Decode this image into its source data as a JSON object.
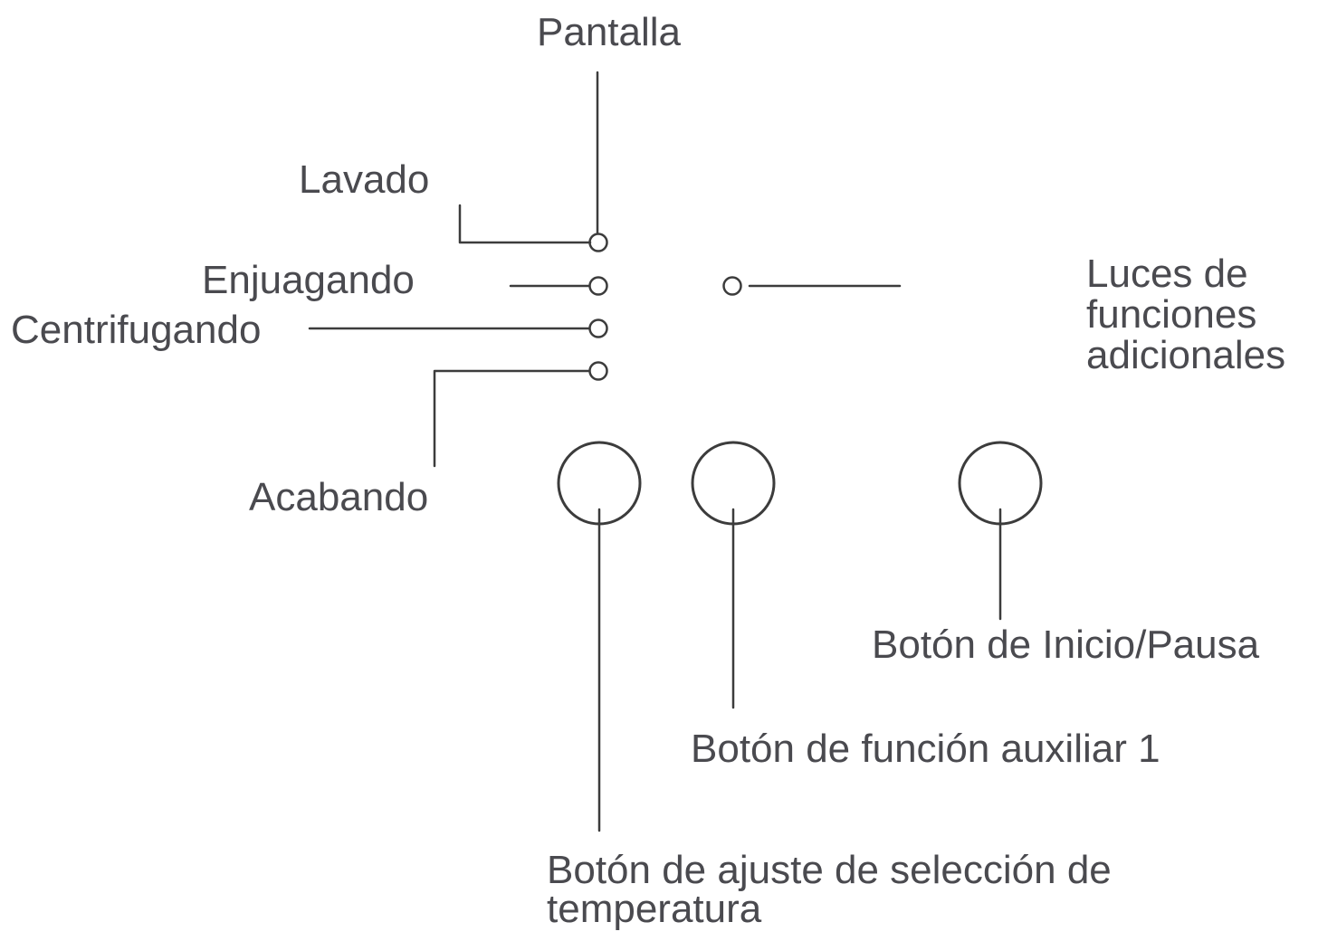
{
  "colors": {
    "line": "#3c3c3c",
    "text": "#4a4a4f",
    "background": "#ffffff"
  },
  "labels": {
    "display": "Pantalla",
    "wash": "Lavado",
    "rinse": "Enjuagando",
    "spin": "Centrifugando",
    "finish": "Acabando",
    "extra_function_lights": [
      "Luces de",
      "funciones",
      "adicionales"
    ],
    "start_pause_button": "Botón de Inicio/Pausa",
    "auxiliary_function_button": "Botón de función auxiliar 1",
    "temperature_button": [
      "Botón de ajuste de selección de",
      "temperatura"
    ]
  }
}
